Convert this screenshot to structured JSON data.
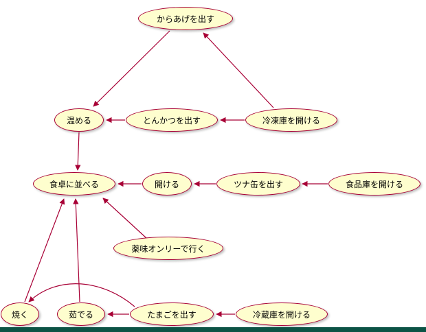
{
  "diagram": {
    "type": "usecase-flow",
    "colors": {
      "background": "#FFFFFF",
      "node_fill": "#FEFECE",
      "node_border": "#A80036",
      "arrow": "#A80036",
      "bottom_bar": "#0B5345"
    },
    "nodes": [
      {
        "id": "karaage",
        "label": "からあげを出す"
      },
      {
        "id": "atatameru",
        "label": "温める"
      },
      {
        "id": "tonkatsu",
        "label": "とんかつを出す"
      },
      {
        "id": "reitouko",
        "label": "冷凍庫を開ける"
      },
      {
        "id": "shokutaku",
        "label": "食卓に並べる"
      },
      {
        "id": "akeru",
        "label": "開ける"
      },
      {
        "id": "tsunakan",
        "label": "ツナ缶を出す"
      },
      {
        "id": "shokuhinko",
        "label": "食品庫を開ける"
      },
      {
        "id": "yakumi",
        "label": "薬味オンリーで行く"
      },
      {
        "id": "yaku",
        "label": "焼く"
      },
      {
        "id": "yuderu",
        "label": "茹でる"
      },
      {
        "id": "tamago",
        "label": "たまごを出す"
      },
      {
        "id": "reizouko",
        "label": "冷蔵庫を開ける"
      }
    ],
    "edges": [
      {
        "from": "冷凍庫を開ける",
        "to": "からあげを出す"
      },
      {
        "from": "からあげを出す",
        "to": "温める"
      },
      {
        "from": "とんかつを出す",
        "to": "温める"
      },
      {
        "from": "冷凍庫を開ける",
        "to": "とんかつを出す"
      },
      {
        "from": "温める",
        "to": "食卓に並べる"
      },
      {
        "from": "開ける",
        "to": "食卓に並べる"
      },
      {
        "from": "ツナ缶を出す",
        "to": "開ける"
      },
      {
        "from": "食品庫を開ける",
        "to": "ツナ缶を出す"
      },
      {
        "from": "薬味オンリーで行く",
        "to": "食卓に並べる"
      },
      {
        "from": "焼く",
        "to": "食卓に並べる"
      },
      {
        "from": "茹でる",
        "to": "食卓に並べる"
      },
      {
        "from": "たまごを出す",
        "to": "茹でる"
      },
      {
        "from": "冷蔵庫を開ける",
        "to": "たまごを出す"
      },
      {
        "from": "たまごを出す",
        "to": "焼く",
        "curved": true
      }
    ]
  }
}
